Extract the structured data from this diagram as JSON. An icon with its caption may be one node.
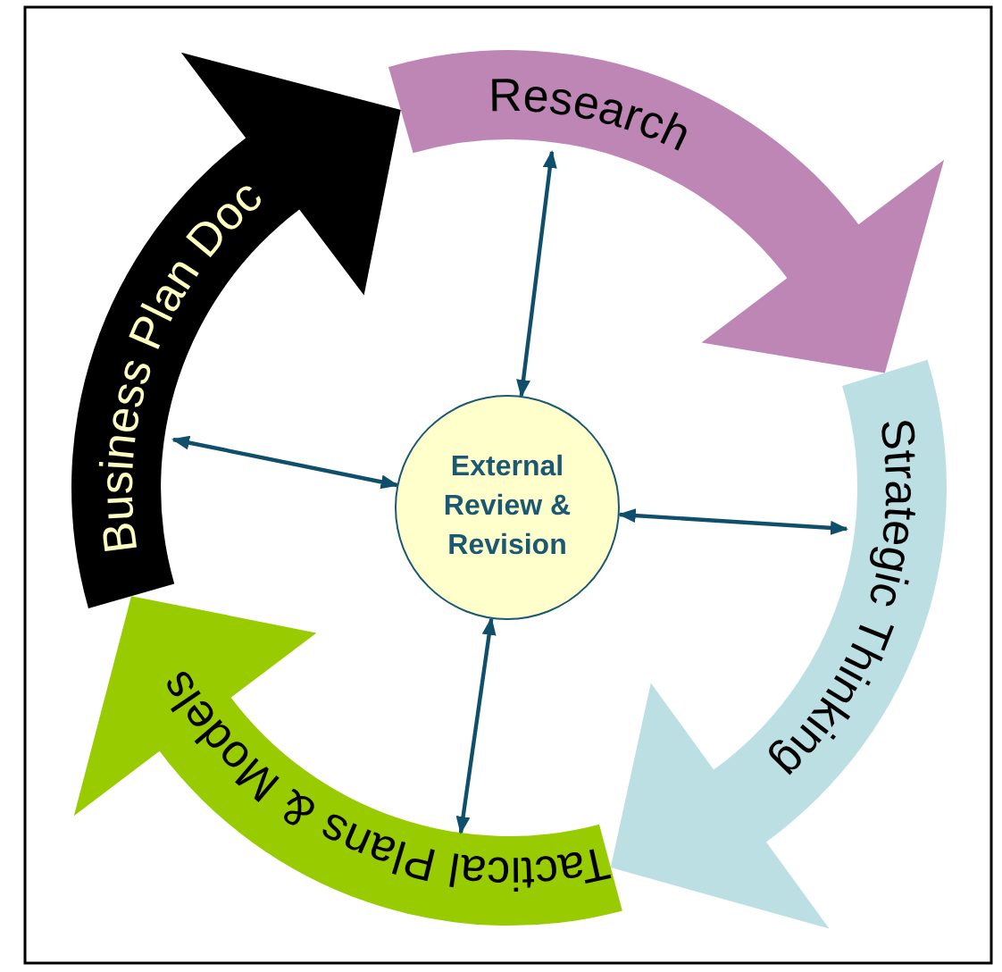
{
  "diagram": {
    "nodes": [
      {
        "text": [
          "Research"
        ]
      },
      {
        "text": [
          "Strategic Thinking"
        ]
      },
      {
        "text": [
          "Tactical Plans & Models"
        ]
      },
      {
        "text": [
          "Business Plan Doc"
        ]
      },
      {
        "text": [
          "External Review & Revision"
        ]
      }
    ],
    "edges": [
      {
        "from": 4,
        "to": 0,
        "arrow": "both"
      },
      {
        "from": 4,
        "to": 1,
        "arrow": "both"
      },
      {
        "from": 4,
        "to": 2,
        "arrow": "both"
      },
      {
        "from": 4,
        "to": 3,
        "arrow": "both"
      }
    ]
  }
}
